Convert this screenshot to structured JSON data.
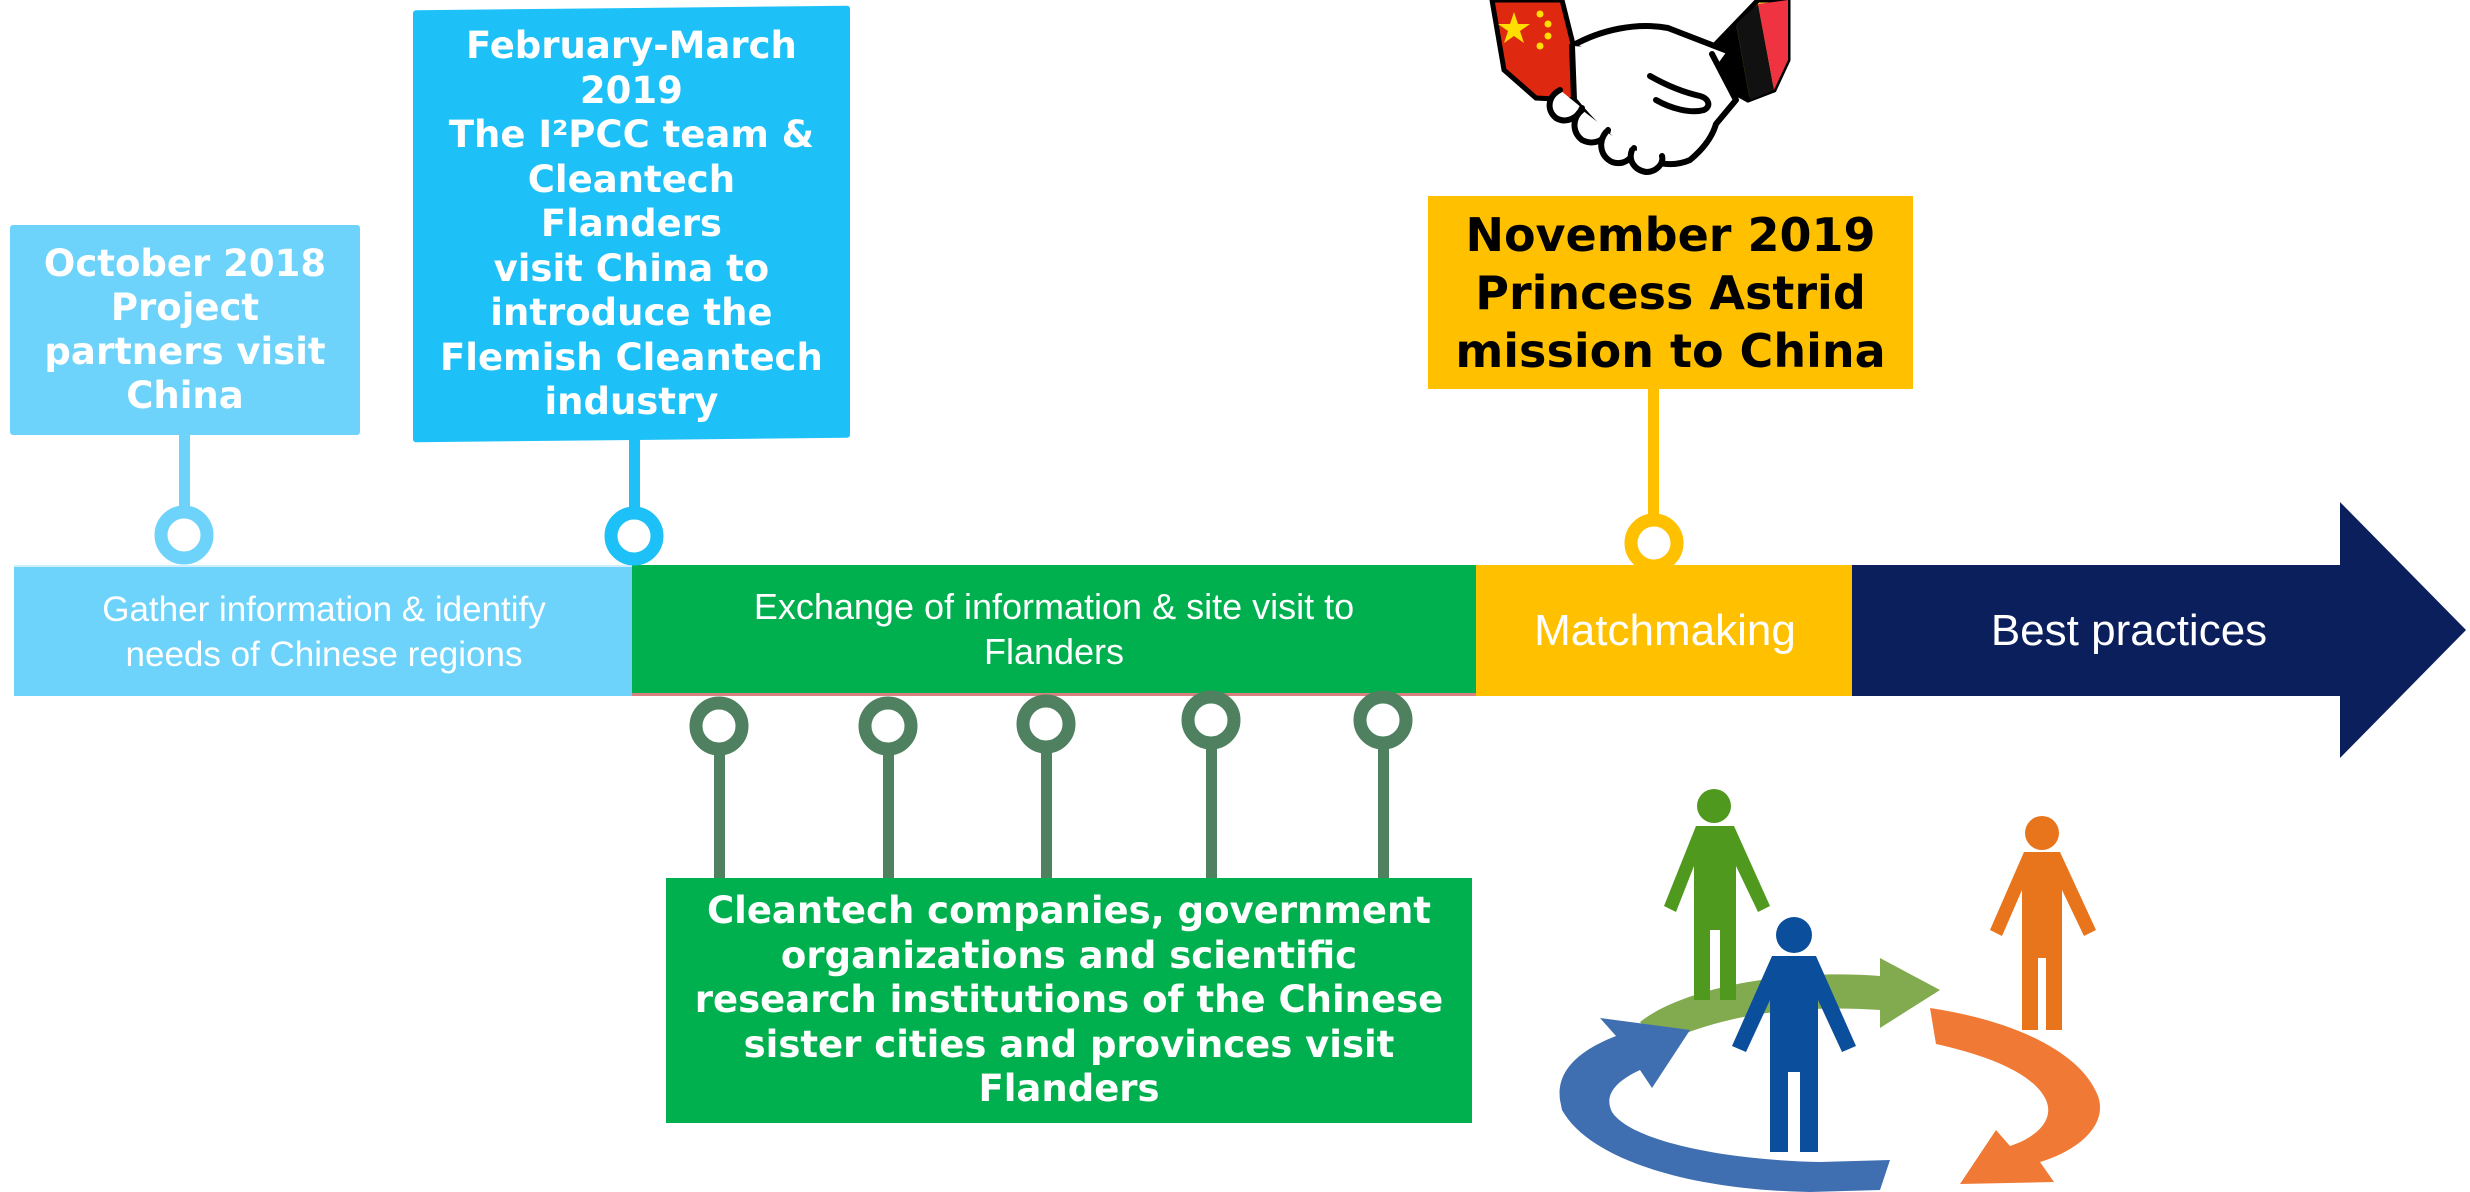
{
  "timeline": {
    "phases": [
      {
        "label": "Gather information & identify\nneeds of Chinese regions",
        "color": "#6dd3fa"
      },
      {
        "label": "Exchange of information & site visit to\nFlanders",
        "color": "#00b04f"
      },
      {
        "label": "Matchmaking",
        "color": "#ffc000"
      },
      {
        "label": "Best practices",
        "color": "#0b1f5c"
      }
    ]
  },
  "events": {
    "october_2018": {
      "text": "October 2018\nProject\npartners visit\nChina",
      "color": "#6dd3fa"
    },
    "feb_mar_2019": {
      "text": "February-March\n2019\nThe I²PCC team &\nCleantech\nFlanders\nvisit China to\nintroduce the\nFlemish Cleantech\nindustry",
      "color": "#1ec1f7"
    },
    "november_2019": {
      "text": "November 2019\nPrincess Astrid\nmission to China",
      "color": "#ffc000"
    },
    "chinese_visits": {
      "text": "Cleantech companies, government\norganizations and scientific\nresearch institutions of the Chinese\nsister cities and provinces visit\nFlanders",
      "color": "#00b04f"
    }
  },
  "colors": {
    "connector_green": "#4f8160"
  },
  "icons": [
    "handshake-flags-icon",
    "people-cycle-icon"
  ]
}
